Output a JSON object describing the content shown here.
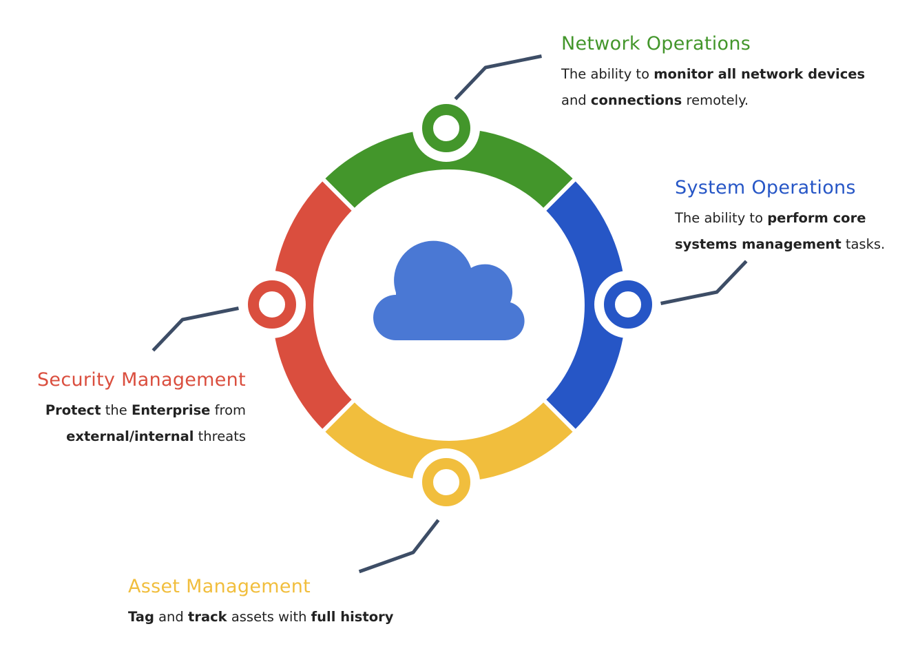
{
  "colors": {
    "green": "#43962B",
    "blue": "#2656C6",
    "red": "#DA4E3E",
    "yellow": "#F1BE3D",
    "cloud": "#4A78D4",
    "connector": "#3D4D66",
    "text": "#222222"
  },
  "icons": {
    "center": "cloud-icon"
  },
  "network": {
    "title": "Network Operations",
    "t1": "The ability to ",
    "b1": "monitor all network devices",
    "t2": " and ",
    "b2": "connections",
    "t3": " remotely."
  },
  "system": {
    "title": "System Operations",
    "t1": "The ability to ",
    "b1": "perform core systems management",
    "t2": " tasks."
  },
  "security": {
    "b1": "Protect",
    "t1": " the ",
    "b2": "Enterprise",
    "t2": " from ",
    "b3": "external/internal",
    "t3": " threats",
    "title": "Security Management"
  },
  "asset": {
    "title": "Asset Management",
    "b1": "Tag",
    "t1": " and ",
    "b2": "track",
    "t2": " assets with ",
    "b3": "full history"
  }
}
